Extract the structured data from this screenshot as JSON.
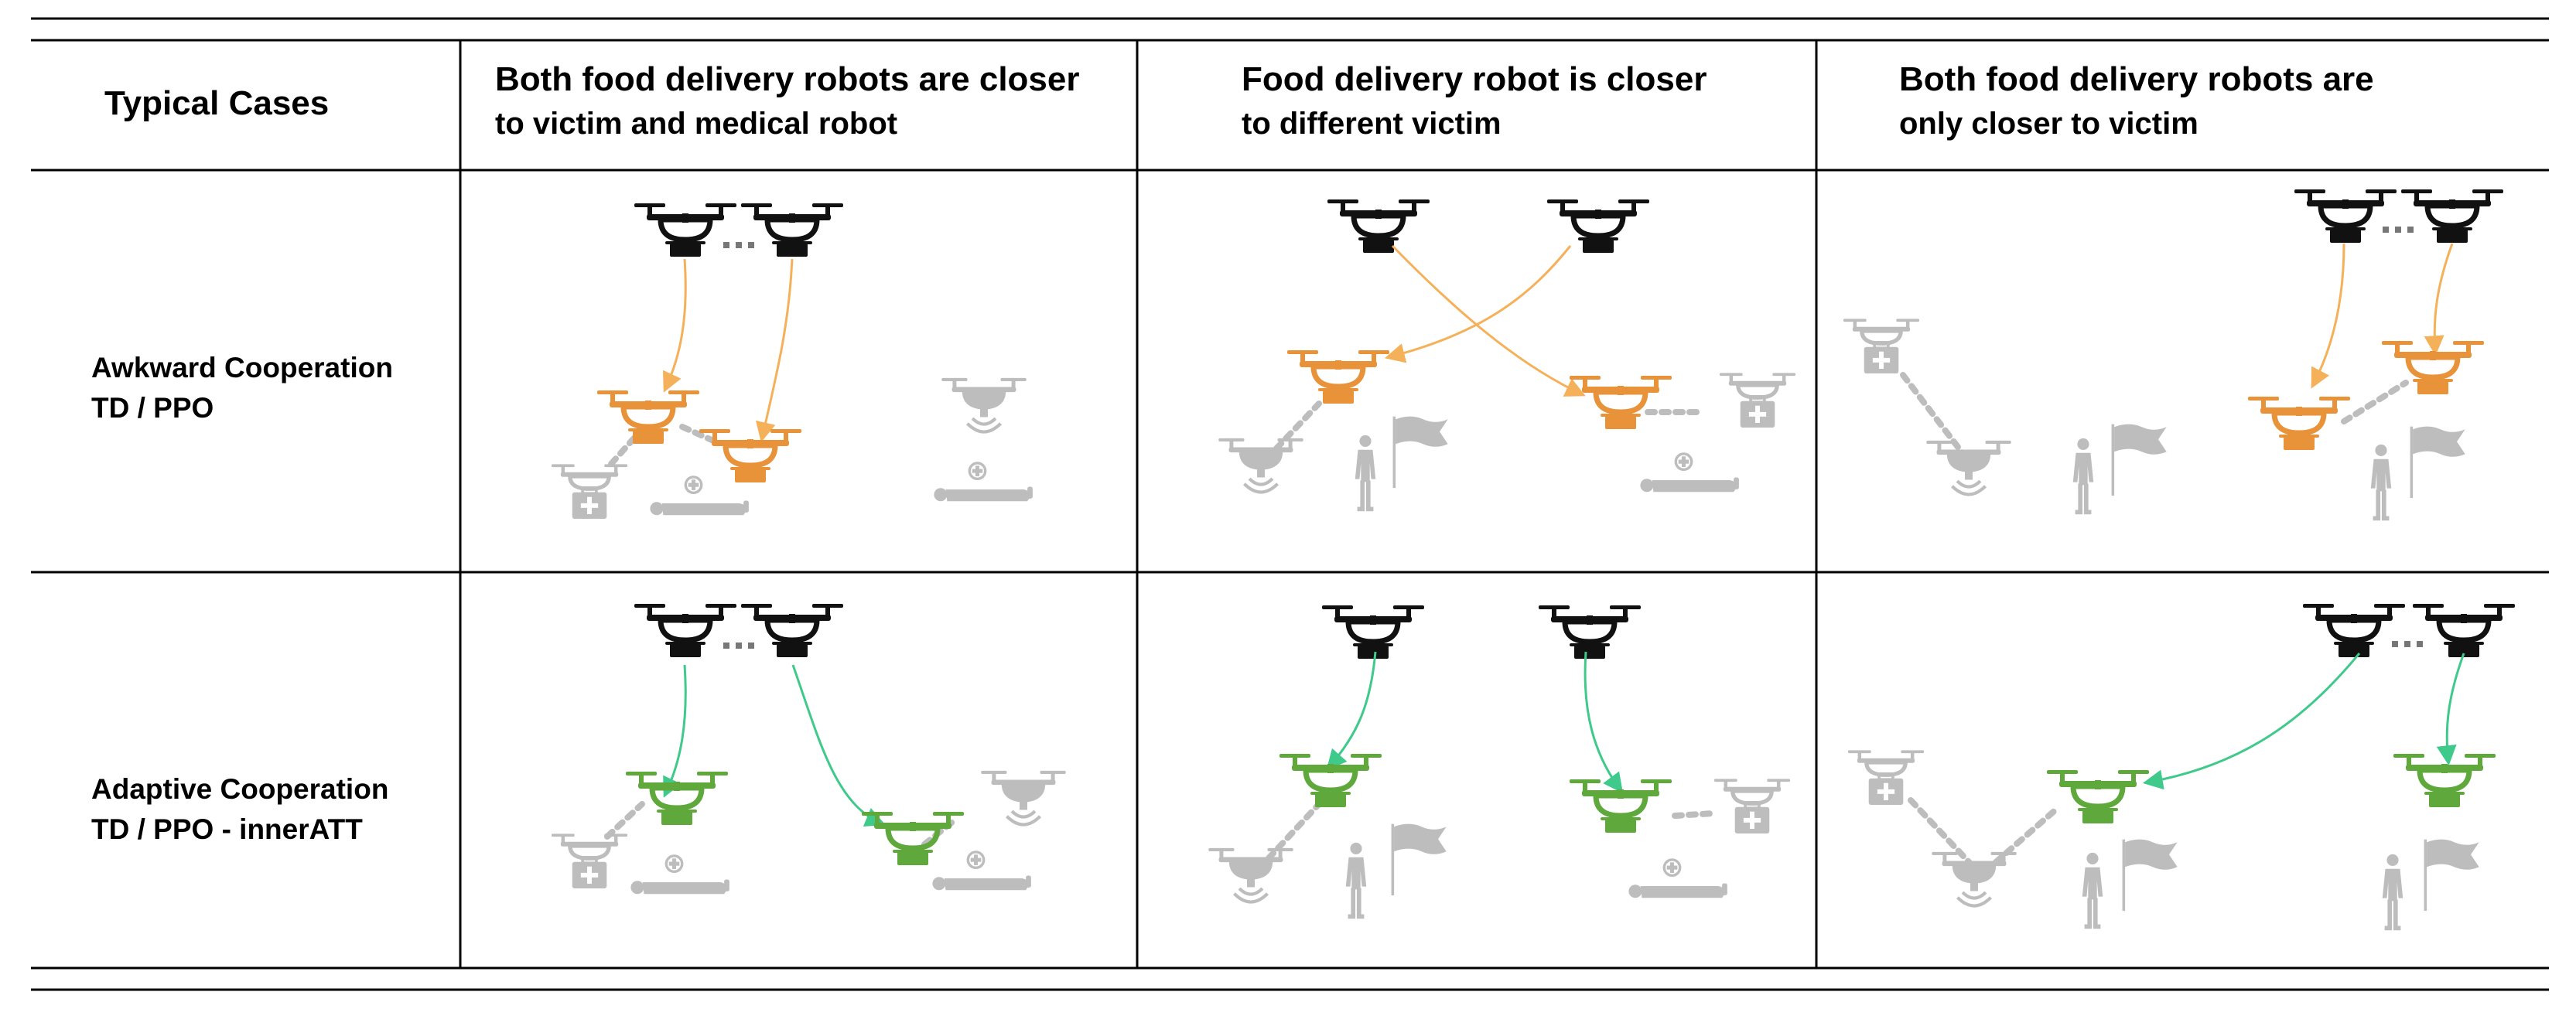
{
  "table": {
    "header_row_label": "Typical Cases",
    "columns": [
      {
        "line1": "Both food delivery robots are closer",
        "line2": "to victim and medical robot"
      },
      {
        "line1": "Food delivery robot is closer",
        "line2": "to different victim"
      },
      {
        "line1": "Both food delivery robots are",
        "line2": "only closer to victim"
      }
    ],
    "rows": [
      {
        "line1": "Awkward Cooperation",
        "line2": "TD / PPO"
      },
      {
        "line1": "Adaptive Cooperation",
        "line2": "TD / PPO - innerATT"
      }
    ]
  },
  "colors": {
    "arrow_awkward": "#F5B05A",
    "arrow_adaptive": "#3FC98A",
    "drone_awkward": "#E8923A",
    "drone_adaptive": "#5FA83C",
    "drone_source": "#111111",
    "background_elements": "#BDBDBD",
    "rule_lines": "#000000"
  },
  "icons": [
    "food-delivery-drone-icon",
    "medical-drone-icon",
    "rescue-drone-icon",
    "victim-lying-icon",
    "person-standing-icon",
    "flag-icon"
  ]
}
